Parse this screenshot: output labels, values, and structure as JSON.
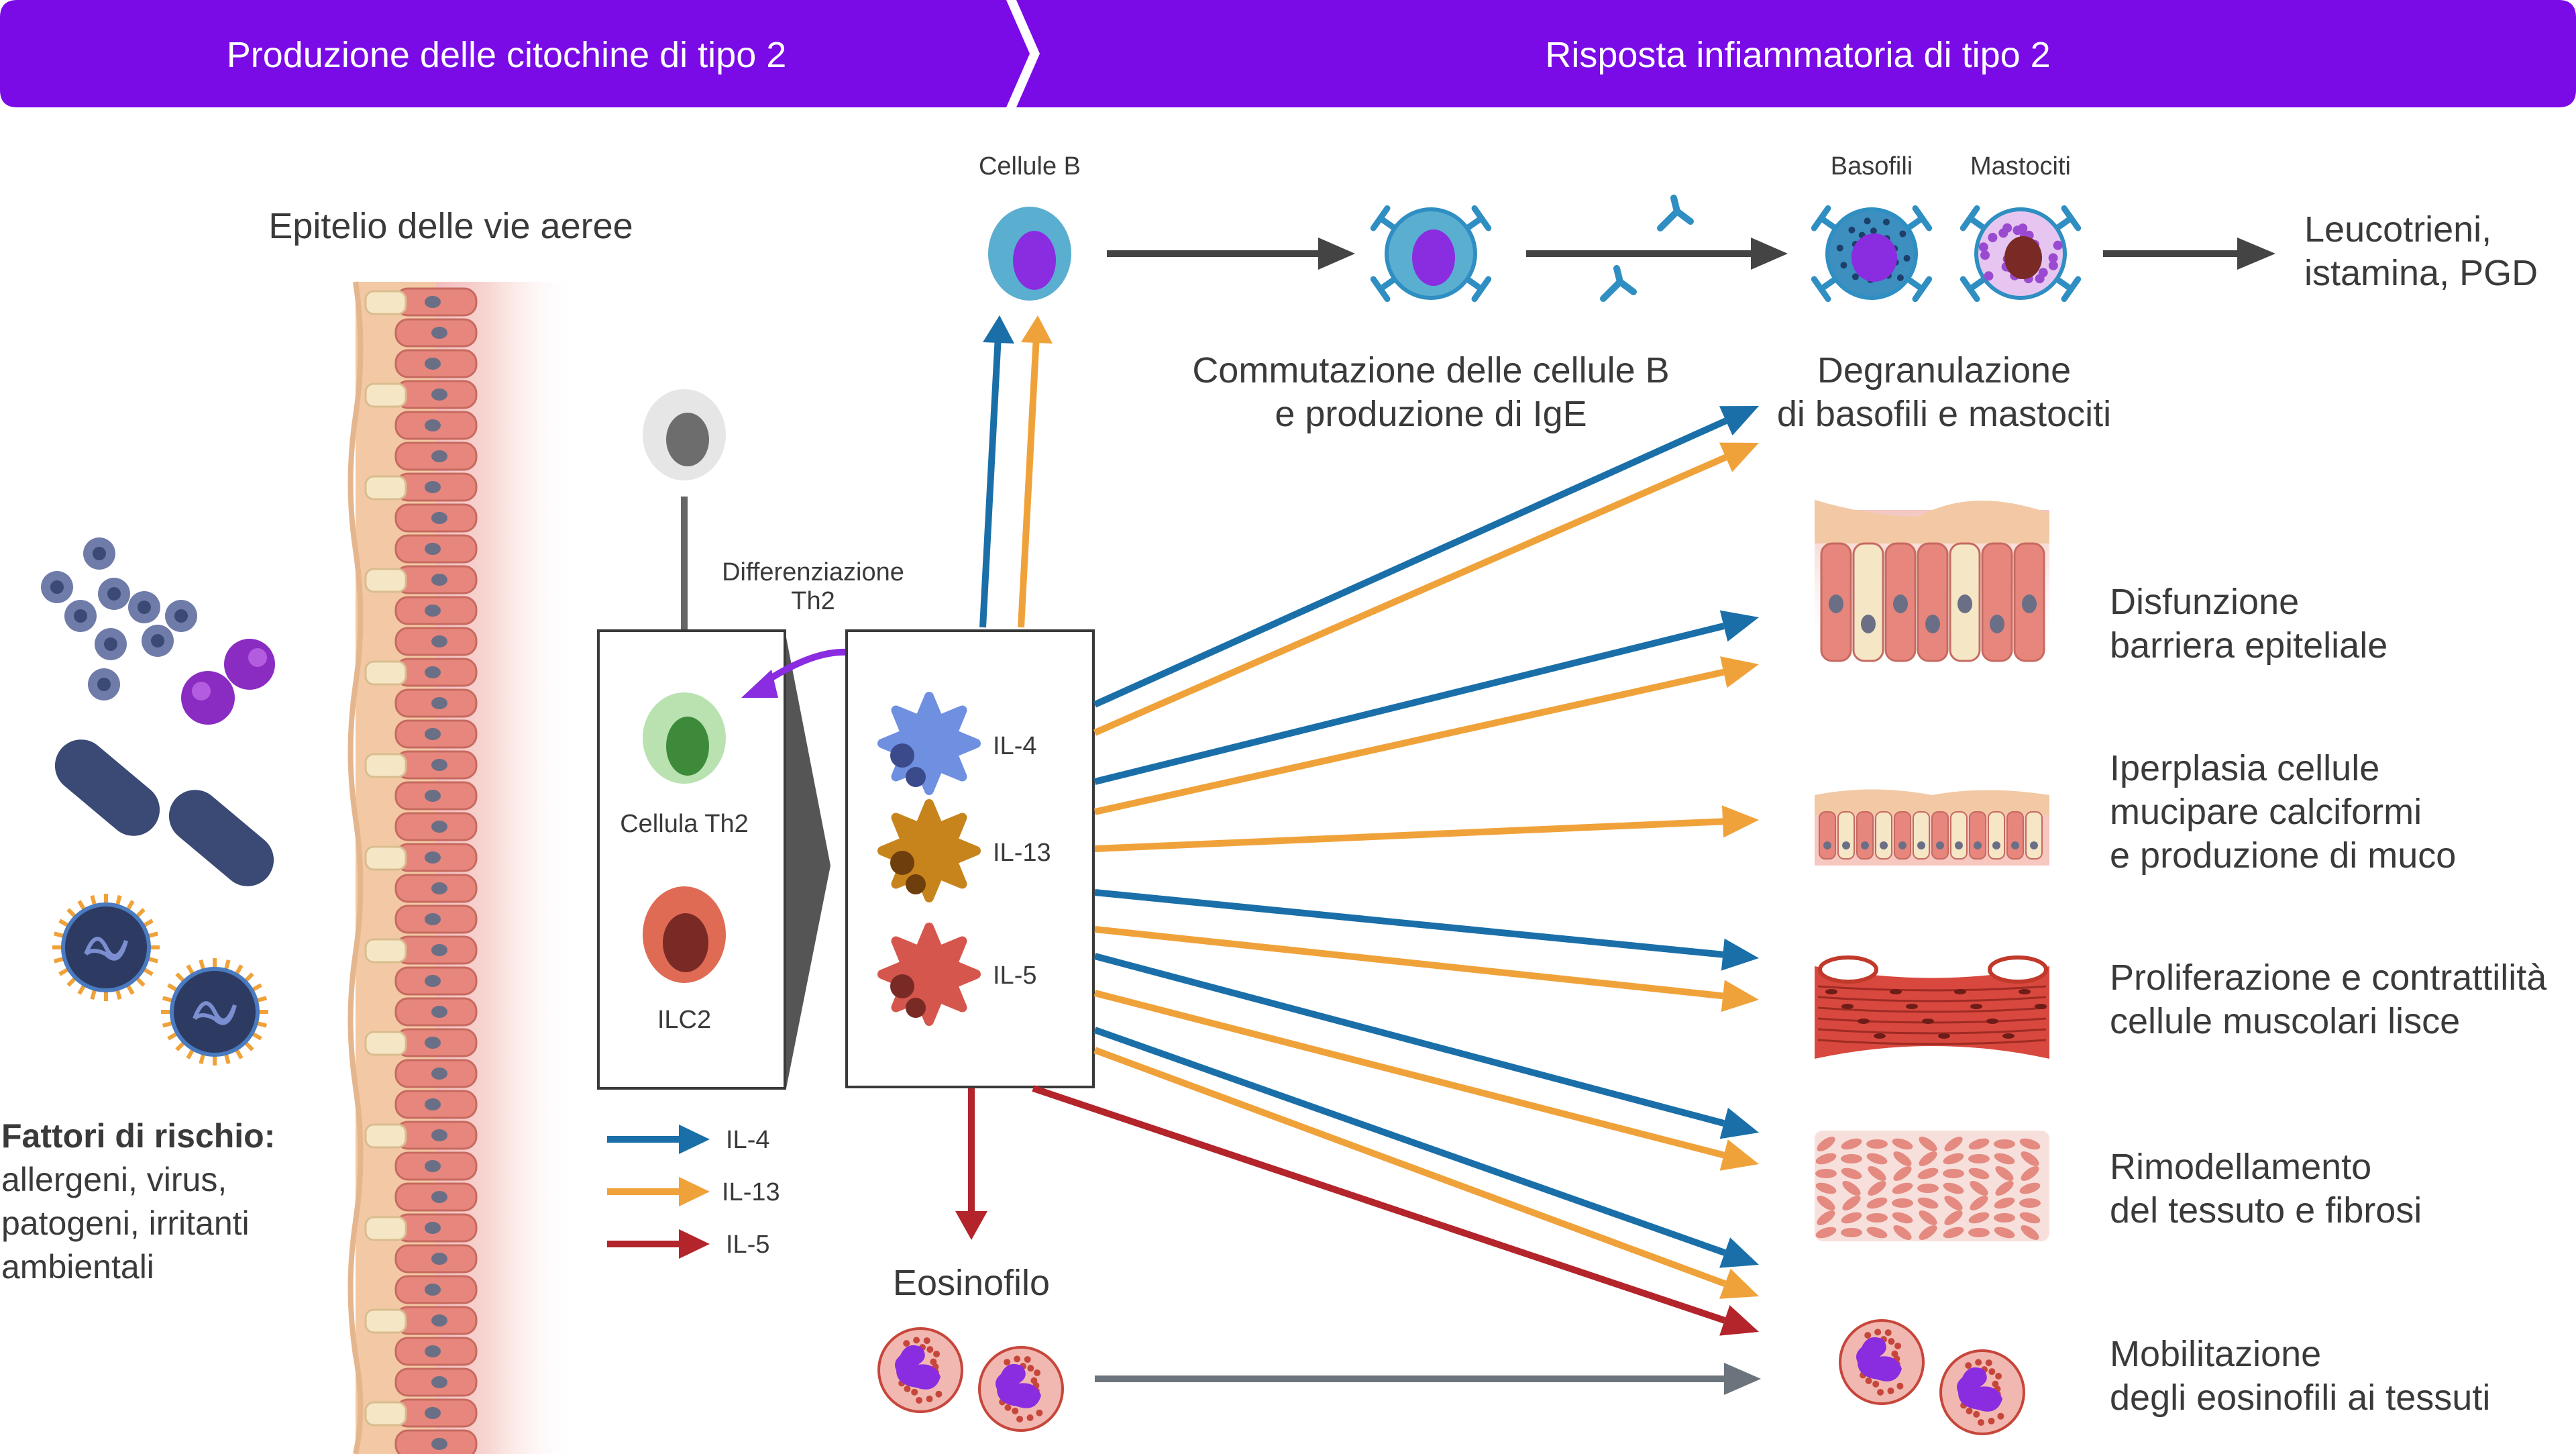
{
  "header": {
    "left_title": "Produzione delle citochine di tipo 2",
    "right_title": "Risposta infiammatoria di tipo 2",
    "color": "#7a0ae6"
  },
  "epithelium": {
    "title": "Epitelio delle vie aeree"
  },
  "risk_factors": {
    "title": "Fattori di rischio:",
    "lines": [
      "allergeni, virus,",
      "patogeni, irritanti",
      "ambientali"
    ]
  },
  "cells": {
    "th2_diff_line1": "Differenziazione",
    "th2_diff_line2": "Th2",
    "th2": "Cellula Th2",
    "ilc2": "ILC2",
    "b_cells": "Cellule B",
    "basophils": "Basofili",
    "mast_cells": "Mastociti",
    "eosinophil": "Eosinofilo"
  },
  "cytokines": [
    "IL-4",
    "IL-13",
    "IL-5"
  ],
  "legend": [
    {
      "label": "IL-4",
      "color": "#1a6fa8"
    },
    {
      "label": "IL-13",
      "color": "#f0a23a"
    },
    {
      "label": "IL-5",
      "color": "#b3242b"
    }
  ],
  "b_switch": {
    "line1": "Commutazione delle cellule B",
    "line2": "e produzione di IgE"
  },
  "degranulation": {
    "line1": "Degranulazione",
    "line2": "di basofili e mastociti"
  },
  "mediators": {
    "line1": "Leucotrieni,",
    "line2": "istamina, PGD"
  },
  "outcomes": [
    {
      "lines": [
        "Disfunzione",
        "barriera epiteliale"
      ]
    },
    {
      "lines": [
        "Iperplasia cellule",
        "mucipare calciformi",
        "e produzione di muco"
      ]
    },
    {
      "lines": [
        "Proliferazione e contrattilità",
        "cellule muscolari lisce"
      ]
    },
    {
      "lines": [
        "Rimodellamento",
        "del tessuto e fibrosi"
      ]
    },
    {
      "lines": [
        "Mobilitazione",
        "degli eosinofili ai tessuti"
      ]
    }
  ]
}
